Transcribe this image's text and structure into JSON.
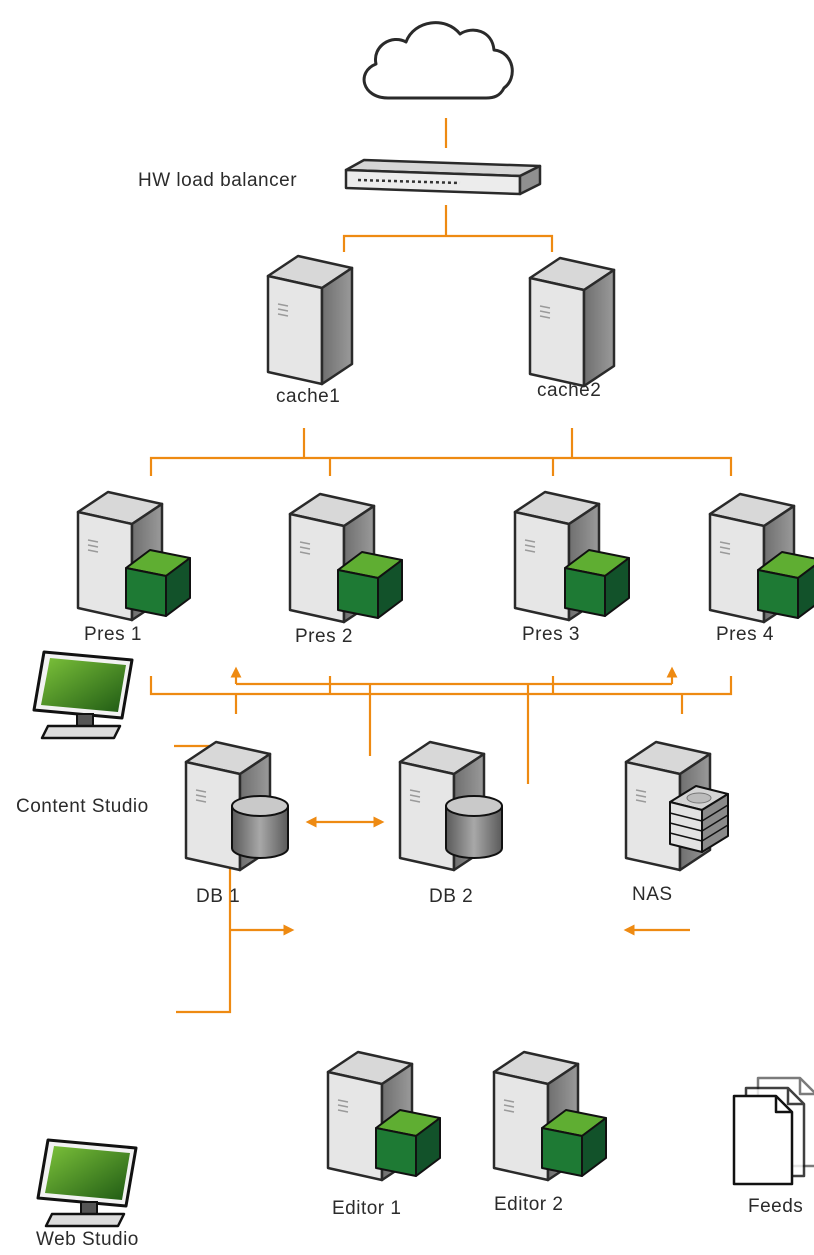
{
  "colors": {
    "connector": "#ee8a12",
    "server_front": "#e2e2e2",
    "server_side": "#8a8a8a",
    "server_edge": "#2a2a2a",
    "cube_top": "#5fae32",
    "cube_front": "#1e7a34",
    "cube_side": "#12522a",
    "monitor_screen": "#5a9a1e"
  },
  "labels": {
    "load_balancer": "HW load balancer",
    "cache1": "cache1",
    "cache2": "cache2",
    "pres1": "Pres 1",
    "pres2": "Pres 2",
    "pres3": "Pres 3",
    "pres4": "Pres 4",
    "db1": "DB 1",
    "db2": "DB 2",
    "nas": "NAS",
    "content_studio": "Content Studio",
    "web_studio": "Web Studio",
    "editor1": "Editor 1",
    "editor2": "Editor 2",
    "feeds": "Feeds"
  },
  "icons": {
    "internet": "cloud-icon",
    "load_balancer": "network-appliance-icon",
    "cache_server": "tower-server-icon",
    "presentation_server": "application-server-icon",
    "database_server": "database-server-icon",
    "storage": "nas-storage-icon",
    "workstation": "monitor-icon",
    "feeds": "documents-stack-icon"
  }
}
